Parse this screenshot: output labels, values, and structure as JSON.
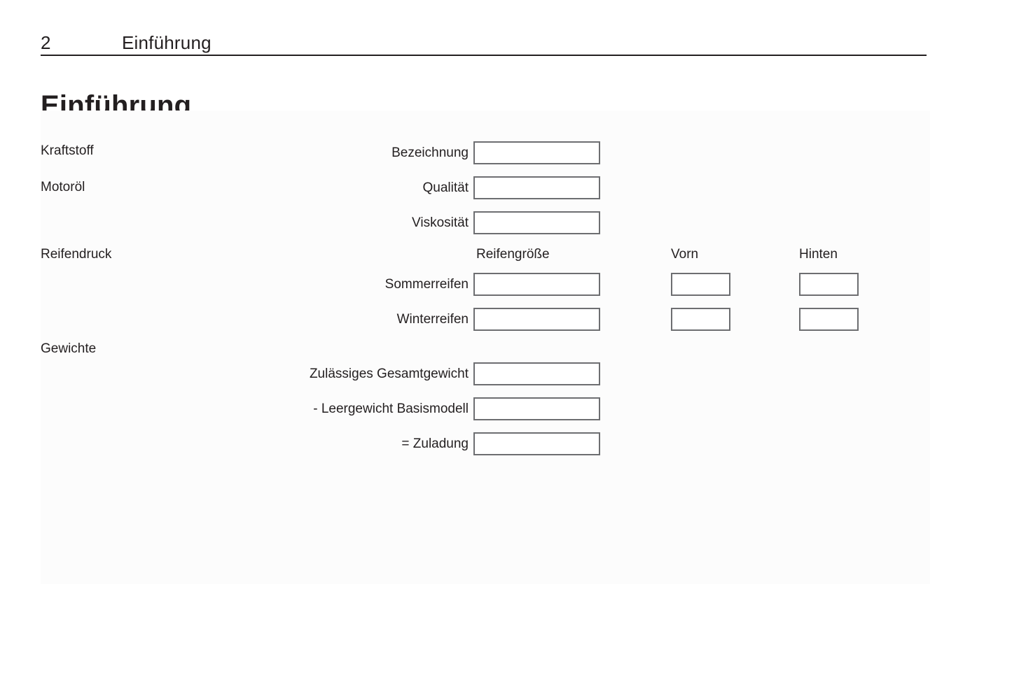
{
  "header": {
    "page_number": "2",
    "title": "Einführung"
  },
  "chapter_title": "Einführung",
  "sections": {
    "fuel": {
      "label": "Kraftstoff",
      "fields": [
        {
          "label": "Bezeichnung",
          "value": ""
        }
      ]
    },
    "engine_oil": {
      "label": "Motoröl",
      "fields": [
        {
          "label": "Qualität",
          "value": ""
        },
        {
          "label": "Viskosität",
          "value": ""
        }
      ]
    },
    "tyre_pressure": {
      "label": "Reifendruck",
      "column_headers": {
        "size": "Reifengröße",
        "front": "Vorn",
        "rear": "Hinten"
      },
      "rows": [
        {
          "label": "Sommerreifen",
          "size": "",
          "front": "",
          "rear": ""
        },
        {
          "label": "Winterreifen",
          "size": "",
          "front": "",
          "rear": ""
        }
      ]
    },
    "weights": {
      "label": "Gewichte",
      "fields": [
        {
          "label": "Zulässiges Gesamtgewicht",
          "value": ""
        },
        {
          "label": "- Leergewicht Basismodell",
          "value": ""
        },
        {
          "label": "= Zuladung",
          "value": ""
        }
      ]
    }
  },
  "colors": {
    "text": "#231f20",
    "rule": "#231f20",
    "box_border": "#6d6e71",
    "panel_background": "#fcfcfc",
    "page_background": "#ffffff"
  }
}
